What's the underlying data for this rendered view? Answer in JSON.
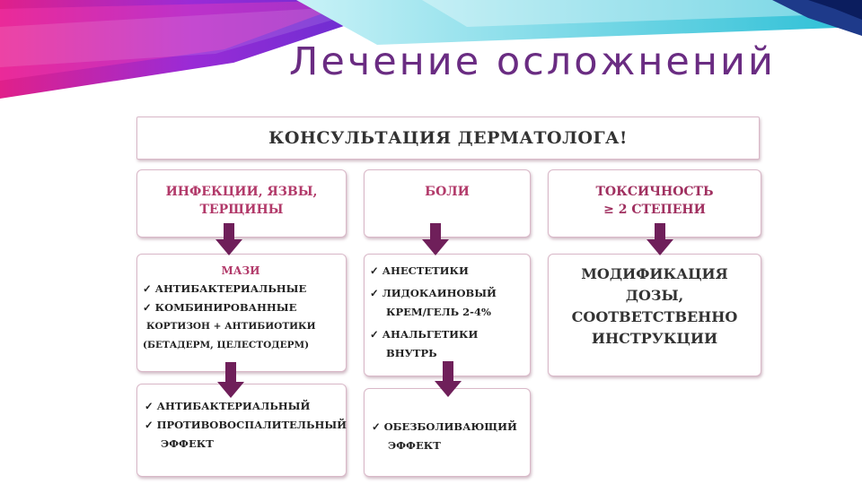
{
  "slide": {
    "title": "Лечение осложнений"
  },
  "colors": {
    "accent": "#6a2c82",
    "arrow": "#6f1f5a",
    "category_text": "#b23a6a"
  },
  "diagram": {
    "header": "КОНСУЛЬТАЦИЯ ДЕРМАТОЛОГА!",
    "columns": [
      {
        "category": [
          "ИНФЕКЦИИ, ЯЗВЫ,",
          "ТЕРЩИНЫ"
        ],
        "treatment": {
          "title": "МАЗИ",
          "items": [
            "АНТИБАКТЕРИАЛЬНЫЕ",
            "КОМБИНИРОВАННЫЕ"
          ],
          "notes": [
            "КОРТИЗОН + АНТИБИОТИКИ",
            "(БЕТАДЕРМ, ЦЕЛЕСТОДЕРМ)"
          ]
        },
        "effect": [
          "АНТИБАКТЕРИАЛЬНЫЙ",
          "ПРОТИВОВОСПАЛИТЕЛЬНЫЙ",
          "ЭФФЕКТ"
        ]
      },
      {
        "category": [
          "БОЛИ"
        ],
        "treatment": {
          "items": [
            [
              "АНЕСТЕТИКИ"
            ],
            [
              "ЛИДОКАИНОВЫЙ",
              "КРЕМ/ГЕЛЬ 2-4%"
            ],
            [
              "АНАЛЬГЕТИКИ",
              "ВНУТРЬ"
            ]
          ]
        },
        "effect": [
          "ОБЕЗБОЛИВАЮЩИЙ",
          "ЭФФЕКТ"
        ]
      },
      {
        "category": [
          "ТОКСИЧНОСТЬ",
          "≥ 2 СТЕПЕНИ"
        ],
        "treatment": {
          "lines": [
            "МОДИФИКАЦИЯ",
            "ДОЗЫ,",
            "СООТВЕТСТВЕННО",
            "ИНСТРУКЦИИ"
          ]
        }
      }
    ],
    "check_mark": "✓"
  }
}
